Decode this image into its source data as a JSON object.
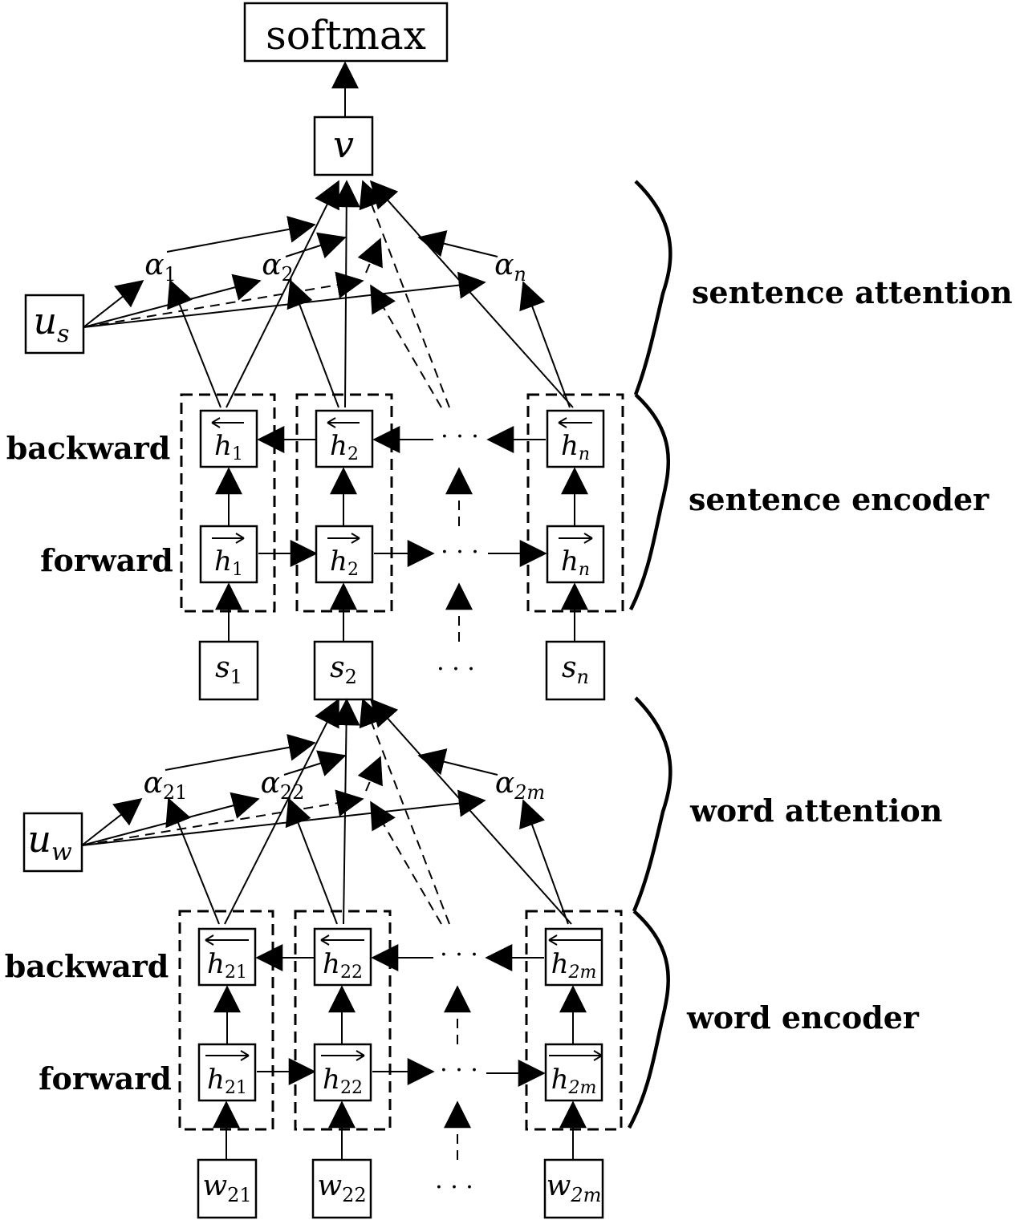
{
  "output": {
    "softmax": "softmax",
    "v": "v"
  },
  "sentence": {
    "context_base": "u",
    "context_sub": "s",
    "attention_base": "α",
    "attention_subs": [
      "1",
      "2",
      "n"
    ],
    "h_base": "h",
    "h_subs": [
      "1",
      "2",
      "n"
    ],
    "input_base": "s",
    "input_subs": [
      "1",
      "2",
      "n"
    ],
    "side_labels": {
      "backward": "backward",
      "forward": "forward"
    },
    "brace_labels": {
      "attention": "sentence attention",
      "encoder": "sentence encoder"
    }
  },
  "word": {
    "context_base": "u",
    "context_sub": "w",
    "attention_base": "α",
    "attention_subs": [
      "21",
      "22",
      "2m"
    ],
    "h_base": "h",
    "h_subs": [
      "21",
      "22",
      "2m"
    ],
    "input_base": "w",
    "input_subs": [
      "21",
      "22",
      "2m"
    ],
    "side_labels": {
      "backward": "backward",
      "forward": "forward"
    },
    "brace_labels": {
      "attention": "word attention",
      "encoder": "word encoder"
    }
  },
  "ellipsis": "· · ·"
}
